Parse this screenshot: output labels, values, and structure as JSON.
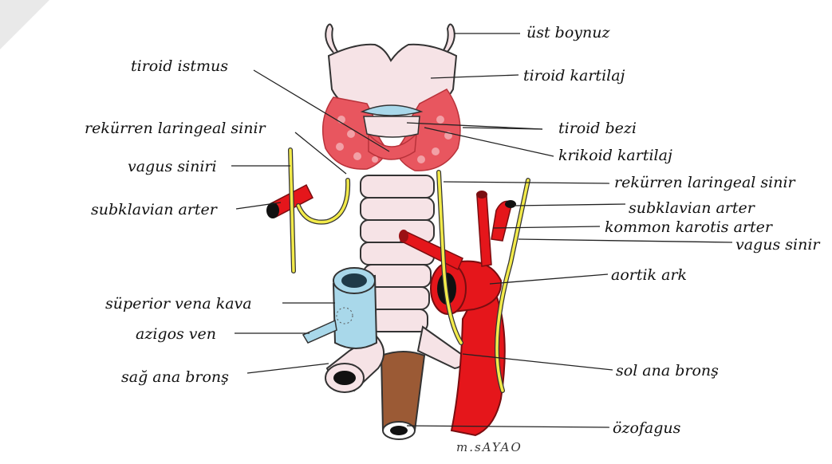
{
  "labels": {
    "ust_boynuz": "üst boynuz",
    "tiroid_istmus": "tiroid istmus",
    "tiroid_kartilaj": "tiroid kartilaj",
    "rekurren_laringeal_sinir_left": "rekürren laringeal sinir",
    "tiroid_bezi": "tiroid bezi",
    "krikoid_kartilaj": "krikoid kartilaj",
    "vagus_siniri": "vagus siniri",
    "rekurren_laringeal_sinir_right": "rekürren laringeal sinir",
    "subklavian_arter_left": "subklavian arter",
    "subklavian_arter_right": "subklavian arter",
    "kommon_karotis_arter": "kommon karotis arter",
    "vagus_sinir": "vagus sinir",
    "aortik_ark": "aortik ark",
    "superior_vena_kava": "süperior vena kava",
    "azigos_ven": "azigos ven",
    "sag_ana_brons": "sağ ana bronş",
    "sol_ana_brons": "sol ana bronş",
    "ozofagus": "özofagus"
  },
  "signature": "m.sAYAO",
  "colors": {
    "cartilage": "#f6e3e6",
    "thyroid": "#e8565f",
    "artery": "#e5161b",
    "nerve": "#f2ea4a",
    "vein": "#a9d8ea",
    "esophagus": "#9b5a35"
  }
}
